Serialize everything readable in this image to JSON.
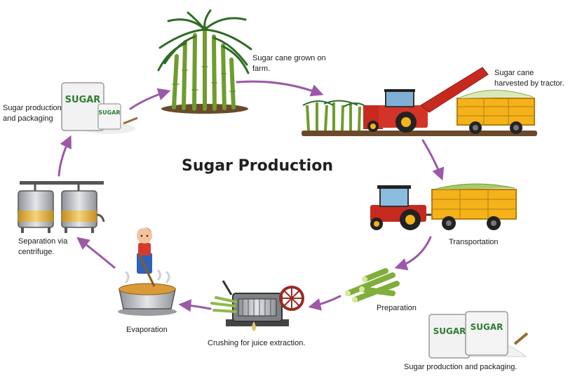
{
  "title": "Sugar Production",
  "labels": {
    "grow": "Sugar cane grown on farm.",
    "harvest": "Sugar cane harvested by tractor.",
    "transport": "Transportation",
    "prep": "Preparation",
    "crush": "Crushing for juice extraction.",
    "evap": "Evaporation",
    "separate": "Separation via centrifuge.",
    "package_left": "Sugar production and packaging",
    "package_bottom": "Sugar production and packaging."
  },
  "bag_text": {
    "left_big": "SUGAR",
    "left_small": "SUGAR",
    "right_a": "SUGAR",
    "right_b": "SUGAR"
  },
  "colors": {
    "arrow": "#9b59a7",
    "cane_green": "#6f9c2e",
    "leaf_green": "#2f6b24",
    "tractor_red": "#c62a1f",
    "trailer_yellow": "#f4b21b",
    "soil": "#6b4a2b",
    "steel": "#b9bcc0",
    "gold": "#e3b13d"
  }
}
